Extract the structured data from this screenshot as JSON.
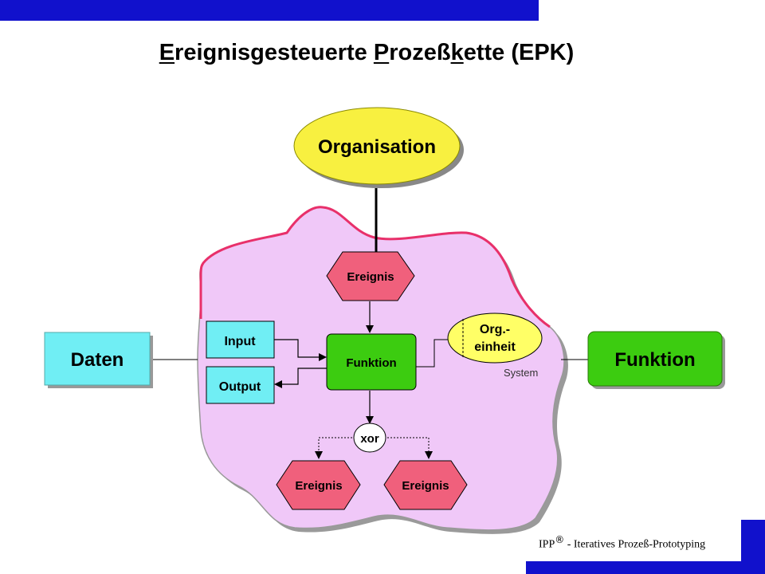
{
  "title": {
    "parts": [
      {
        "text": "E",
        "u": true
      },
      {
        "text": "reignisgesteuerte ",
        "u": false
      },
      {
        "text": "P",
        "u": true
      },
      {
        "text": "rozeß",
        "u": false
      },
      {
        "text": "k",
        "u": true
      },
      {
        "text": "ette (EPK)",
        "u": false
      }
    ]
  },
  "diagram": {
    "organisation": "Organisation",
    "daten": "Daten",
    "funktion_outer": "Funktion",
    "ereignis_top": "Ereignis",
    "input": "Input",
    "output": "Output",
    "funktion_center": "Funktion",
    "org_einheit_line1": "Org.-",
    "org_einheit_line2": "einheit",
    "system": "System",
    "xor": "xor",
    "ereignis_left": "Ereignis",
    "ereignis_right": "Ereignis"
  },
  "footer": {
    "ipp": "IPP",
    "symbol": "®",
    "text": " - Iteratives Prozeß-Prototyping"
  },
  "colors": {
    "blob_fill": "#f0c8f8",
    "blob_outline": "#e8306a",
    "organisation": "#f8f040",
    "daten": "#70eef4",
    "funktion": "#3ccc10",
    "ereignis": "#f0607c",
    "org_einheit": "#ffff66",
    "brand_blue": "#1111cc"
  }
}
